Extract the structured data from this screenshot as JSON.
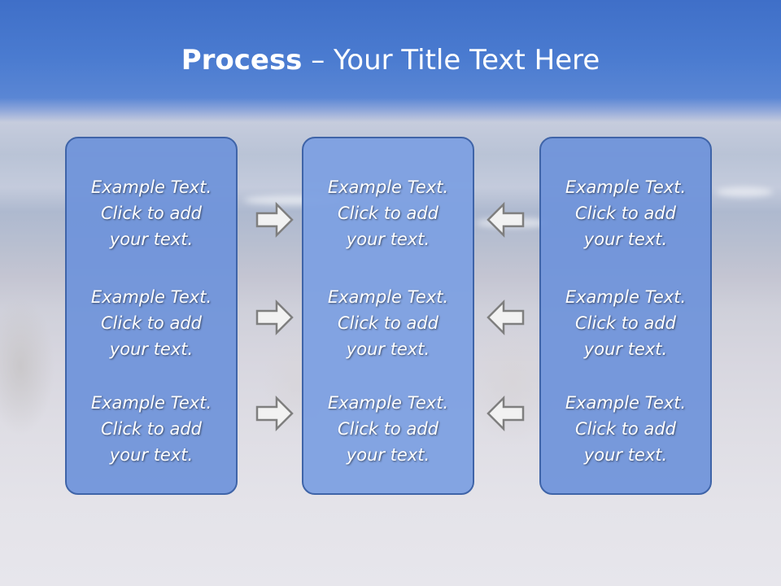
{
  "header": {
    "title_bold": "Process",
    "title_rest": " – Your Title Text Here"
  },
  "columns": [
    {
      "items": [
        "Example Text.\nClick  to add\nyour text.",
        "Example Text.\nClick  to add\nyour text.",
        "Example Text.\nClick  to add\nyour text."
      ]
    },
    {
      "items": [
        "Example Text.\nClick  to add\nyour text.",
        "Example Text.\nClick  to add\nyour text.",
        "Example Text.\nClick  to add\nyour text."
      ]
    },
    {
      "items": [
        "Example Text.\nClick  to add\nyour text.",
        "Example Text.\nClick  to add\nyour text.",
        "Example Text.\nClick  to add\nyour text."
      ]
    }
  ],
  "arrows": {
    "left_group": "arrow-right-icon",
    "right_group": "arrow-left-icon"
  },
  "colors": {
    "panel_fill": "#6e92da",
    "panel_border": "#3f64a8",
    "title_text": "#ffffff"
  }
}
